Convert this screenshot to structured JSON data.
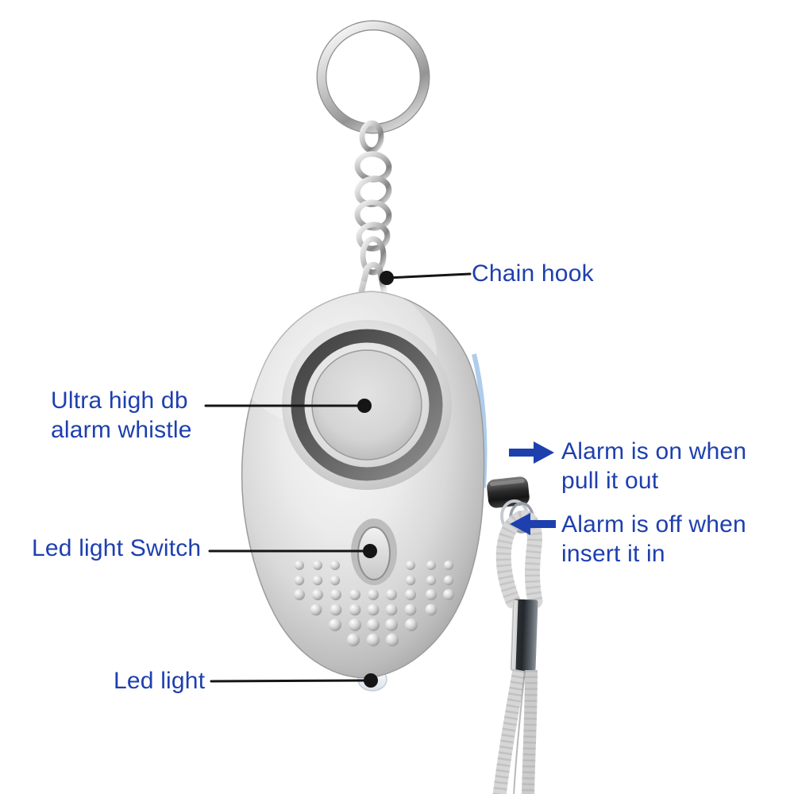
{
  "figure": {
    "kind": "annotated-product-diagram",
    "subject": "personal alarm keychain"
  },
  "annotations": {
    "chain_hook": "Chain hook",
    "alarm_whistle": "Ultra high db alarm whistle",
    "alarm_on": "Alarm is on when pull it out",
    "alarm_off": "Alarm is off when insert it in",
    "led_switch": "Led light Switch",
    "led_light": "Led light"
  },
  "icons": {
    "arrow_right": "arrow-right-icon",
    "arrow_left": "arrow-left-icon"
  },
  "colors": {
    "background": "#ffffff",
    "label_text": "#1e3fae",
    "arrow": "#1e3fae",
    "leader_line": "#151515",
    "device_silver": "#d9d9d9",
    "speaker_ring": "#5c5c5c",
    "device_accent_blue": "#a5c6e9"
  }
}
